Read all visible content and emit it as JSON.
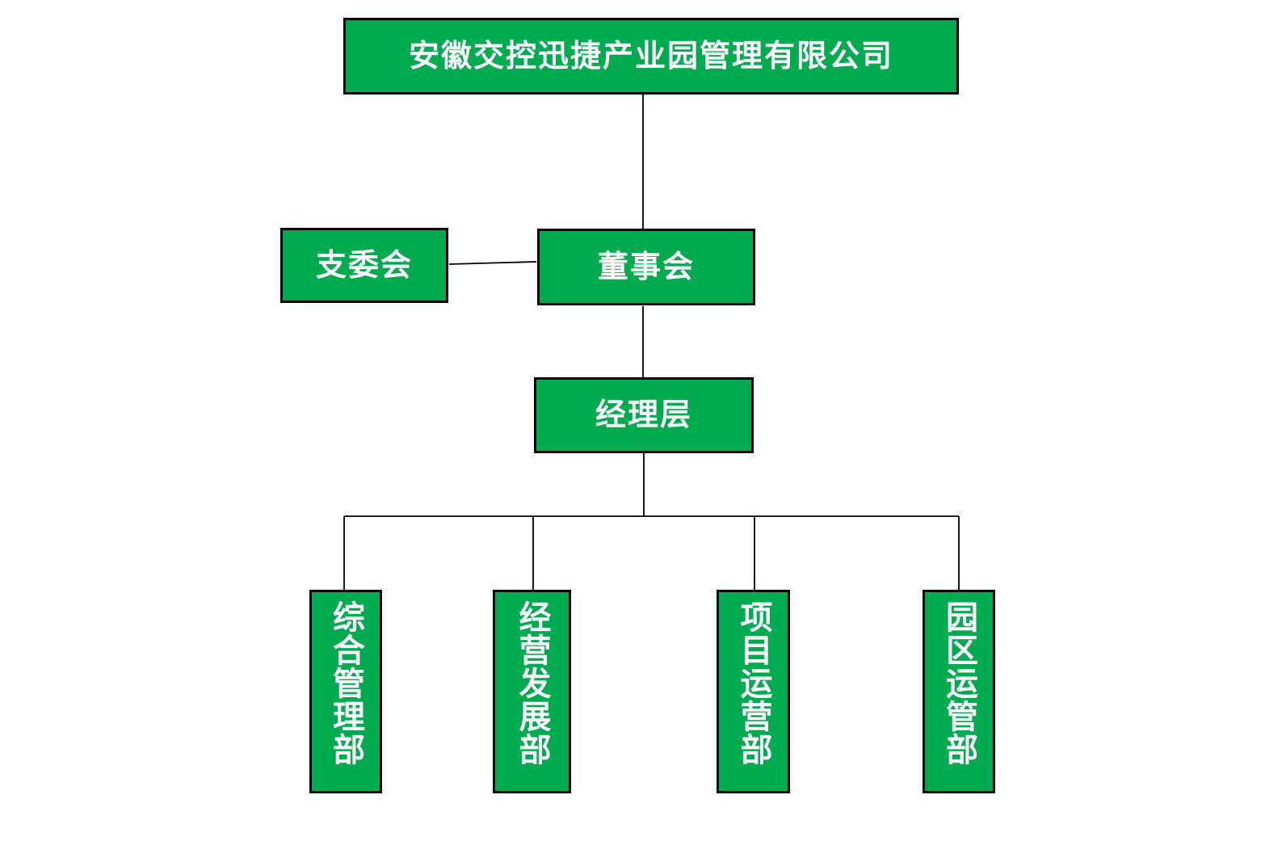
{
  "chart": {
    "type": "org-chart",
    "colors": {
      "node_fill": "#00AB50",
      "node_border": "#000000",
      "node_text": "#FFFFFF",
      "connector": "#000000",
      "background": "#FFFFFF"
    },
    "nodes": {
      "company": {
        "label": "安徽交控迅捷产业园管理有限公司",
        "level": 1
      },
      "branch_committee": {
        "label": "支委会",
        "level": 2
      },
      "board": {
        "label": "董事会",
        "level": 2
      },
      "management": {
        "label": "经理层",
        "level": 3
      },
      "dept_general_management": {
        "label": "综合管理部",
        "level": 4
      },
      "dept_business_development": {
        "label": "经营发展部",
        "level": 4
      },
      "dept_project_operations": {
        "label": "项目运营部",
        "level": 4
      },
      "dept_park_operations": {
        "label": "园区运管部",
        "level": 4
      }
    },
    "edges": [
      {
        "from": "company",
        "to": "board"
      },
      {
        "from": "branch_committee",
        "to": "board"
      },
      {
        "from": "board",
        "to": "management"
      },
      {
        "from": "management",
        "to": "dept_general_management"
      },
      {
        "from": "management",
        "to": "dept_business_development"
      },
      {
        "from": "management",
        "to": "dept_project_operations"
      },
      {
        "from": "management",
        "to": "dept_park_operations"
      }
    ]
  }
}
